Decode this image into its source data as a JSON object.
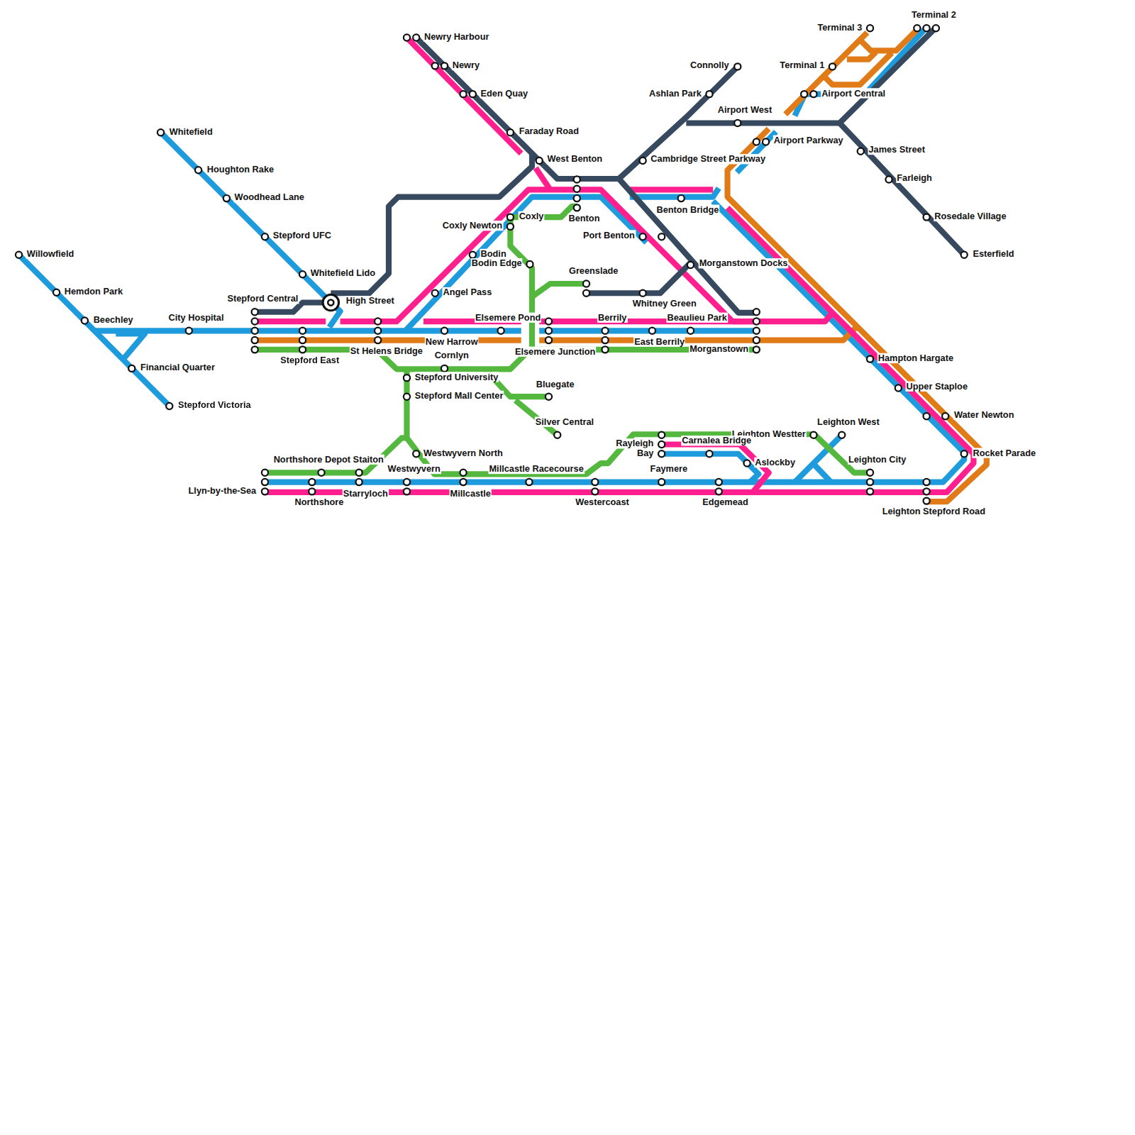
{
  "diagram": {
    "labels": [
      "Newry Harbour",
      "Newry",
      "Eden Quay",
      "Faraday Road",
      "West Benton",
      "Whitefield",
      "Houghton Rake",
      "Woodhead Lane",
      "Stepford UFC",
      "Whitefield Lido",
      "High Street",
      "Stepford Central",
      "Willowfield",
      "Hemdon Park",
      "Beechley",
      "City Hospital",
      "Financial Quarter",
      "Stepford Victoria",
      "Stepford East",
      "St Helens Bridge",
      "New Harrow",
      "Angel Pass",
      "Bodin",
      "Bodin Edge",
      "Coxly Newton",
      "Coxly",
      "Benton",
      "Elsemere Pond",
      "Greenslade",
      "Berrily",
      "Whitney Green",
      "East Berrily",
      "Beaulieu Park",
      "Morganstown",
      "Elsemere Junction",
      "Port Benton",
      "Benton Bridge",
      "Morganstown Docks",
      "Cambridge Street Parkway",
      "Ashlan Park",
      "Connolly",
      "Airport West",
      "Airport Parkway",
      "Terminal 3",
      "Terminal 2",
      "Terminal 1",
      "Airport Central",
      "James Street",
      "Farleigh",
      "Rosedale Village",
      "Esterfield",
      "Hampton Hargate",
      "Upper Staploe",
      "Water Newton",
      "Rocket Parade",
      "Leighton Stepford Road",
      "Leighton City",
      "Leighton West",
      "Leighton Westter",
      "Aslockby",
      "Carnalea Bridge",
      "Rayleigh",
      "Bay",
      "Faymere",
      "Edgemead",
      "Westercoast",
      "Millcastle Racecourse",
      "Millcastle",
      "Westwyvern",
      "Westwyvern North",
      "Starryloch",
      "Northshore Depot Staiton",
      "Northshore",
      "Llyn-by-the-Sea",
      "Stepford University",
      "Stepford Mall Center",
      "Cornlyn",
      "Bluegate",
      "Silver Central"
    ]
  }
}
